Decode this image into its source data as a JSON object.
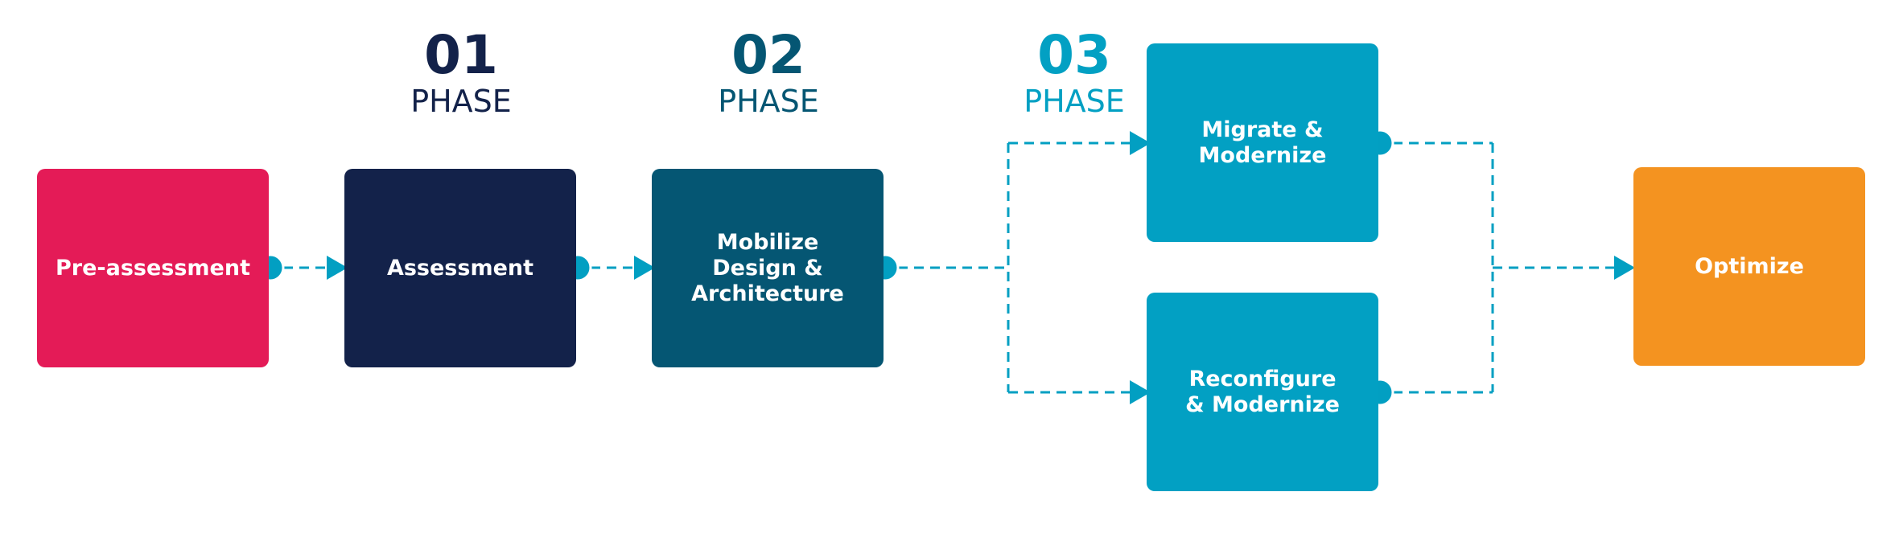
{
  "colors": {
    "pre": "#e41b57",
    "navy": "#13224a",
    "teal_dark": "#055673",
    "teal": "#02a0c3",
    "orange": "#f49320",
    "connector": "#029fc2"
  },
  "phases": [
    {
      "number": "01",
      "label": "PHASE",
      "color": "#13224a"
    },
    {
      "number": "02",
      "label": "PHASE",
      "color": "#055673"
    },
    {
      "number": "03",
      "label": "PHASE",
      "color": "#02a0c3"
    }
  ],
  "steps": {
    "pre_assessment": "Pre-assessment",
    "assessment": "Assessment",
    "mobilize": "Mobilize\nDesign &\nArchitecture",
    "migrate": "Migrate &\nModernize",
    "reconfigure": "Reconfigure\n& Modernize",
    "optimize": "Optimize"
  }
}
